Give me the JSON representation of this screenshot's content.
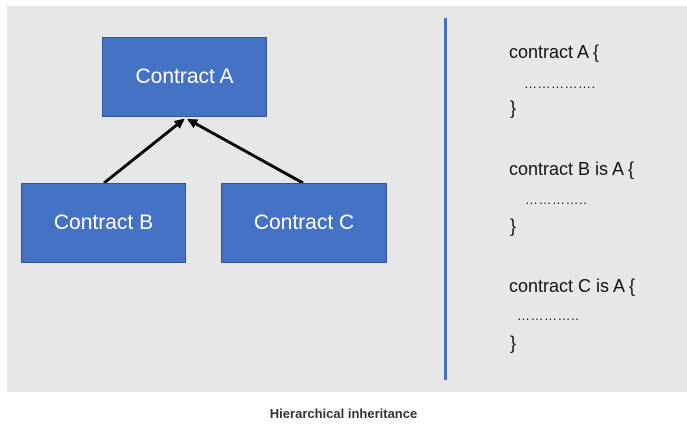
{
  "diagram": {
    "nodes": {
      "a": "Contract A",
      "b": "Contract B",
      "c": "Contract C"
    },
    "edges": [
      {
        "from": "Contract B",
        "to": "Contract A"
      },
      {
        "from": "Contract C",
        "to": "Contract A"
      }
    ],
    "code": {
      "a_open": "contract A {",
      "a_body": "…………….",
      "a_close": "}",
      "b_open": "contract B is A {",
      "b_body": "…………..",
      "b_close": "}",
      "c_open": "contract C is A {",
      "c_body": "…………..",
      "c_close": "}"
    }
  },
  "caption": "Hierarchical inheritance",
  "colors": {
    "node_fill": "#4472c4",
    "divider": "#4472c4",
    "background": "#e7e7e7"
  }
}
